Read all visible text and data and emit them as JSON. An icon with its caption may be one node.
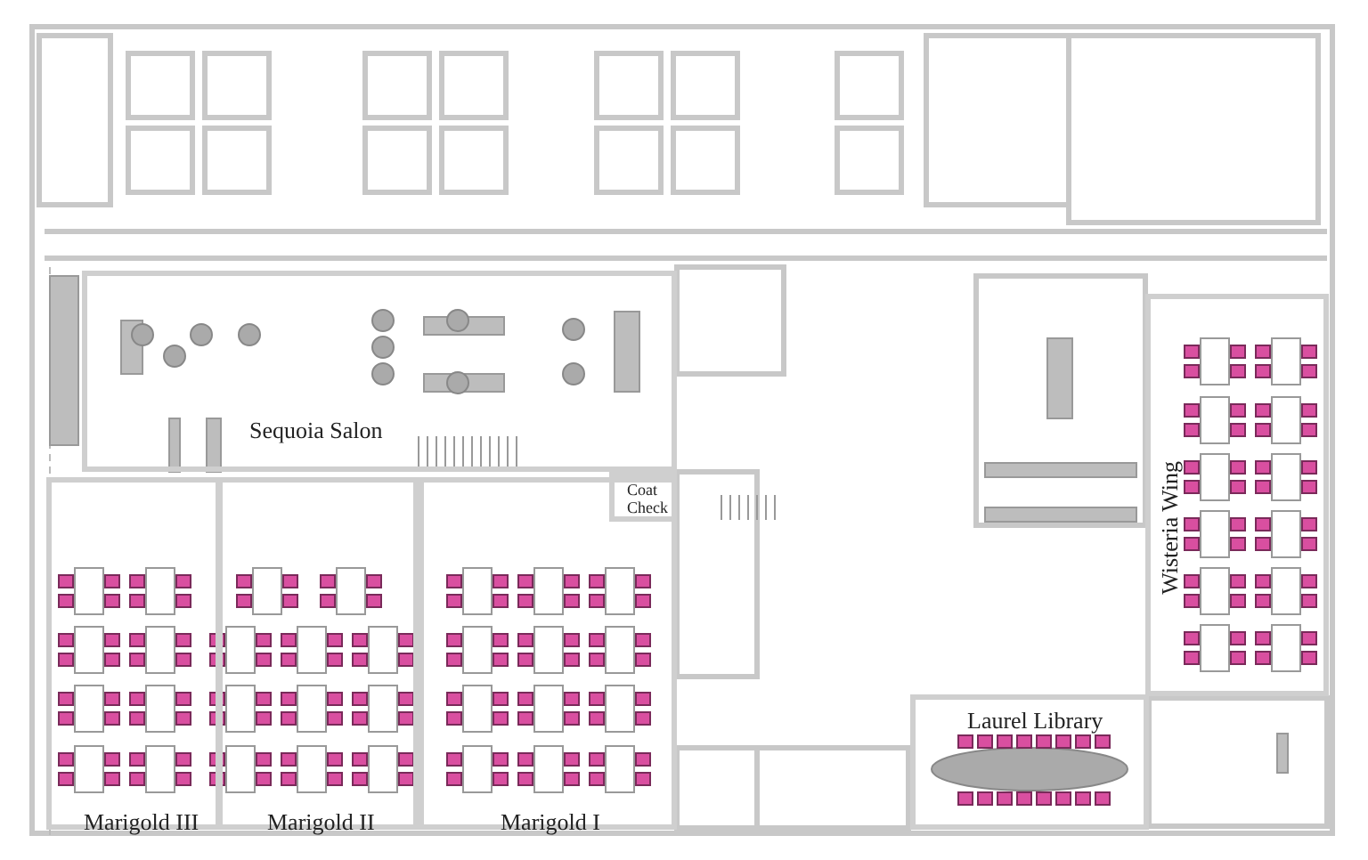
{
  "diagram": {
    "nodes": [
      {
        "text": [
          "Sequoia Salon"
        ]
      },
      {
        "text": [
          "Coat Check"
        ]
      },
      {
        "text": [
          "Marigold III"
        ]
      },
      {
        "text": [
          "Marigold II"
        ]
      },
      {
        "text": [
          "Marigold I"
        ]
      },
      {
        "text": [
          "Wisteria Wing"
        ]
      },
      {
        "text": [
          "Laurel Library"
        ]
      }
    ]
  }
}
